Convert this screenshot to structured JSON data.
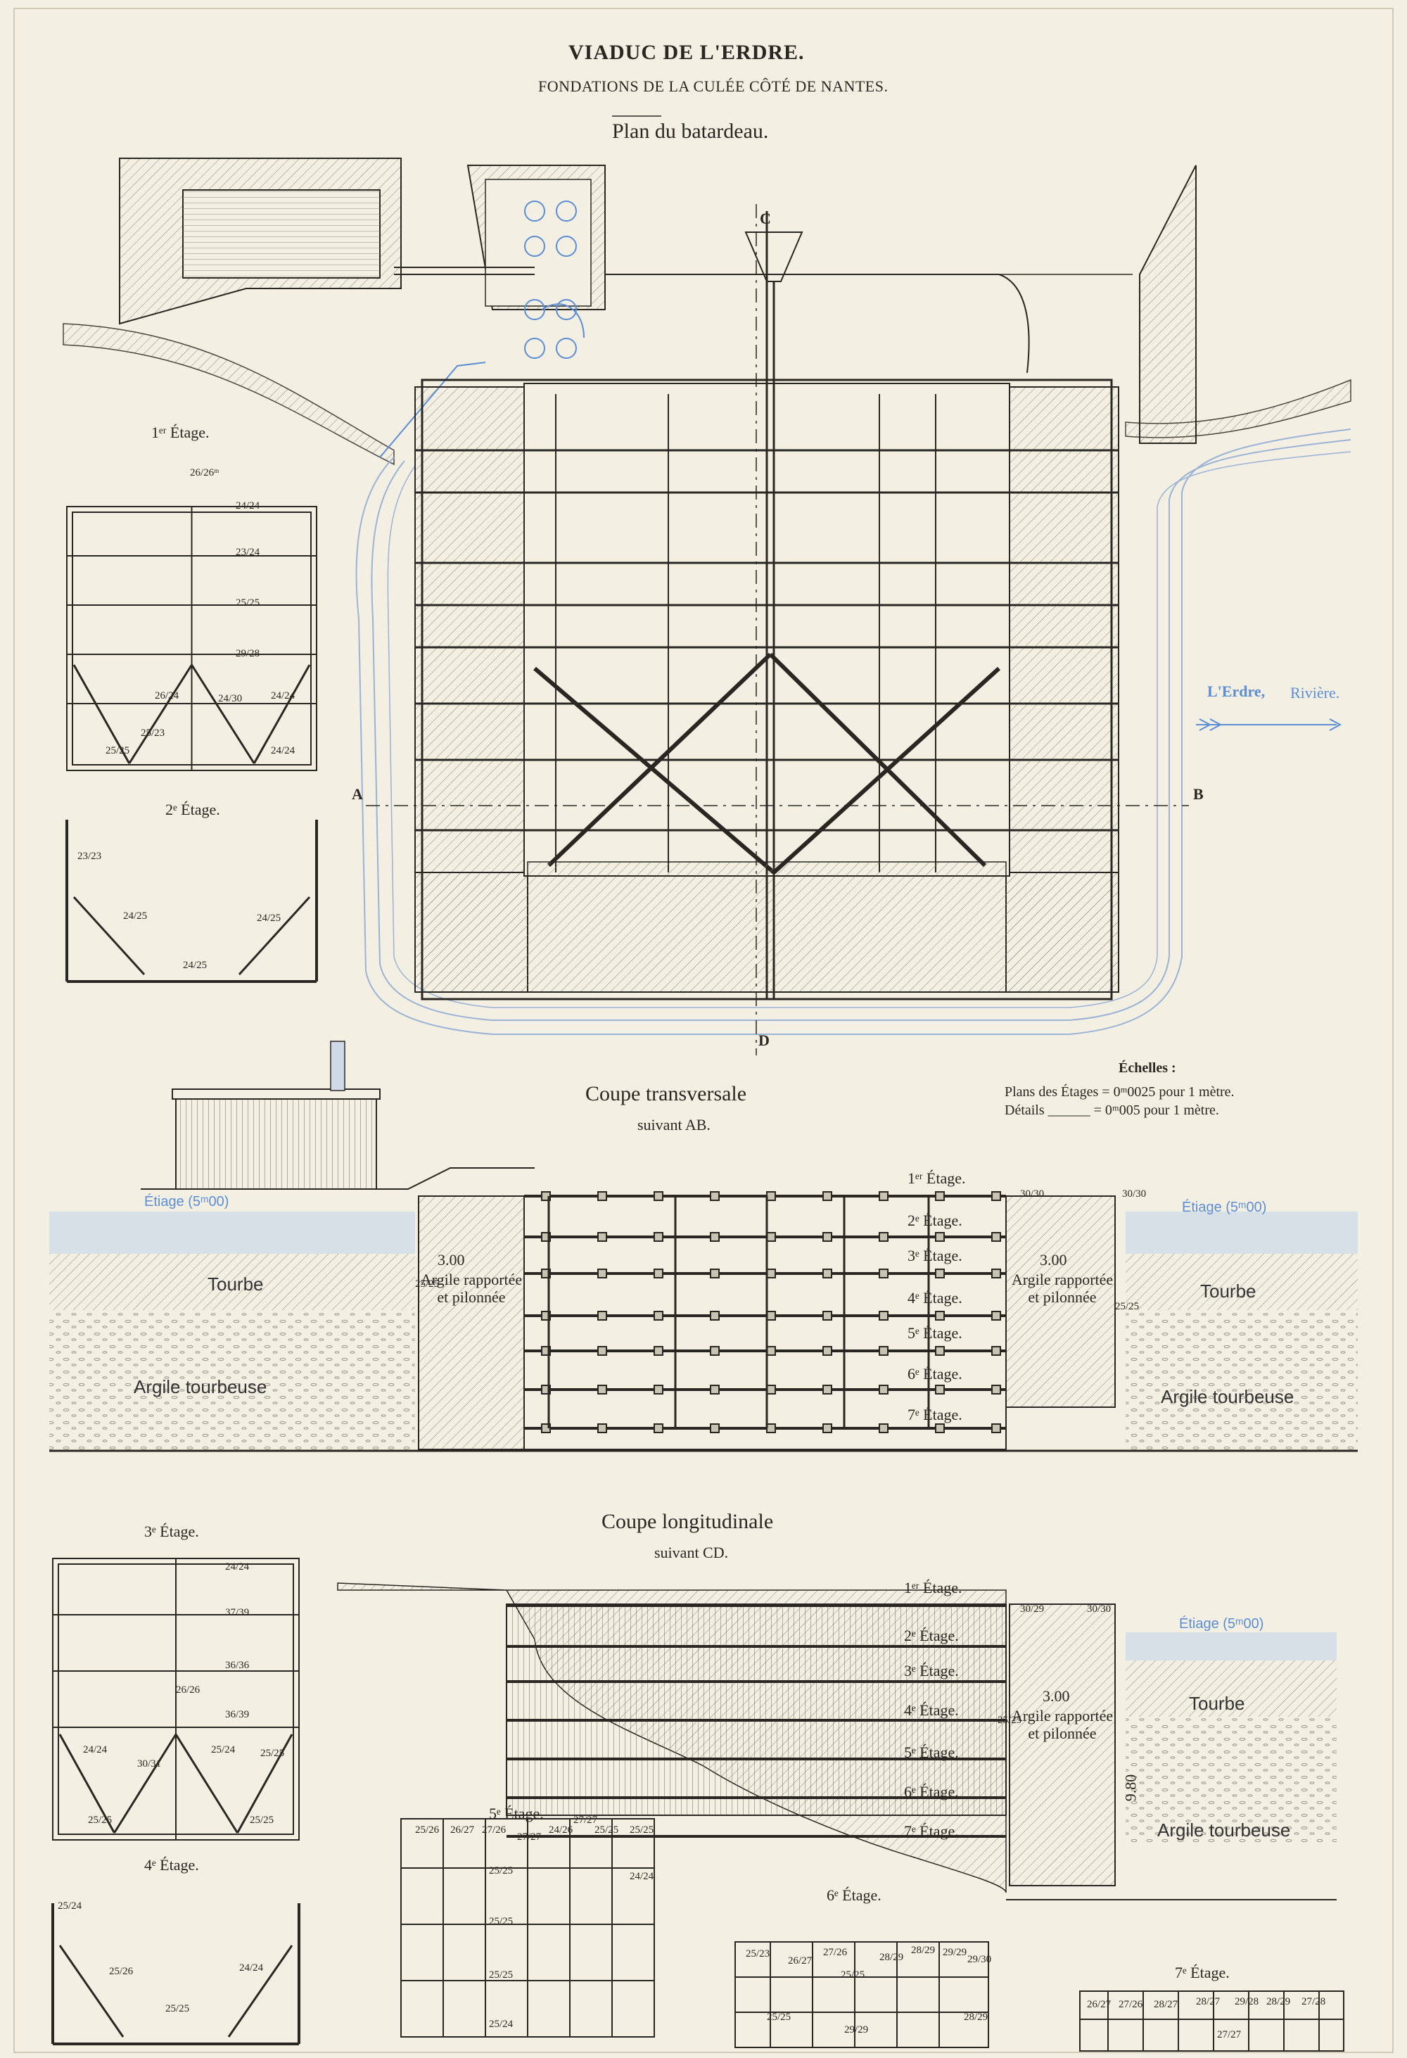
{
  "title": "VIADUC DE L'ERDRE.",
  "subtitle": "FONDATIONS DE LA CULÉE CÔTÉ DE NANTES.",
  "plan_title": "Plan du batardeau.",
  "section_markers": {
    "a": "A",
    "b": "B",
    "c": "C",
    "d": "D"
  },
  "river": {
    "name": "L'Erdre,",
    "kind": "Rivière."
  },
  "transverse": {
    "title": "Coupe transversale",
    "subtitle": "suivant AB."
  },
  "longitudinal": {
    "title": "Coupe longitudinale",
    "subtitle": "suivant CD."
  },
  "scales": {
    "heading": "Échelles :",
    "plans": "Plans des Étages = 0ᵐ0025 pour 1 mètre.",
    "details": "Détails ______ = 0ᵐ005 pour 1 mètre."
  },
  "etages": [
    "1ᵉʳ Étage.",
    "2ᵉ Étage.",
    "3ᵉ Étage.",
    "4ᵉ Étage.",
    "5ᵉ Étage.",
    "6ᵉ Étage.",
    "7ᵉ Étage."
  ],
  "strata": {
    "water_level": "Étiage (5ᵐ00)",
    "peat": "Tourbe",
    "peaty_clay": "Argile tourbeuse",
    "fill_width": "3.00",
    "fill": "Argile rapportée et pilonnée"
  },
  "dims": {
    "depth": "9.80"
  },
  "side_plans": {
    "etage1_labels": [
      "26/26ᵐ",
      "24/24",
      "23/24",
      "25/25",
      "29/28",
      "26/24",
      "24/30",
      "24/24",
      "25/23",
      "25/25",
      "24/24"
    ],
    "etage2_labels": [
      "23/23",
      "24/25",
      "24/25",
      "24/25"
    ],
    "etage3_labels": [
      "24/24",
      "37/39",
      "36/36",
      "26/26",
      "36/39",
      "24/24",
      "30/31",
      "25/24",
      "25/25",
      "25/25",
      "25/25"
    ],
    "etage4_labels": [
      "25/24",
      "25/26",
      "24/24",
      "25/25"
    ],
    "etage5_labels": [
      "25/26",
      "26/27",
      "27/26",
      "27/27",
      "24/26",
      "27/27",
      "25/25",
      "25/25",
      "24/24",
      "25/25",
      "25/25",
      "25/25",
      "25/24"
    ],
    "etage6_labels": [
      "25/23",
      "26/27",
      "27/26",
      "28/29",
      "28/29",
      "29/29",
      "29/30",
      "25/25",
      "25/25",
      "28/29",
      "29/29"
    ],
    "etage7_labels": [
      "26/27",
      "27/26",
      "28/27",
      "28/27",
      "29/28",
      "28/29",
      "27/28",
      "27/27"
    ]
  },
  "section_labels": [
    "30/30",
    "30/30",
    "25/25",
    "25/25",
    "30/29",
    "30/30",
    "25/25"
  ],
  "colors": {
    "paper": "#f3efe2",
    "ink": "#2a2722",
    "blue": "#5b8ed6"
  }
}
